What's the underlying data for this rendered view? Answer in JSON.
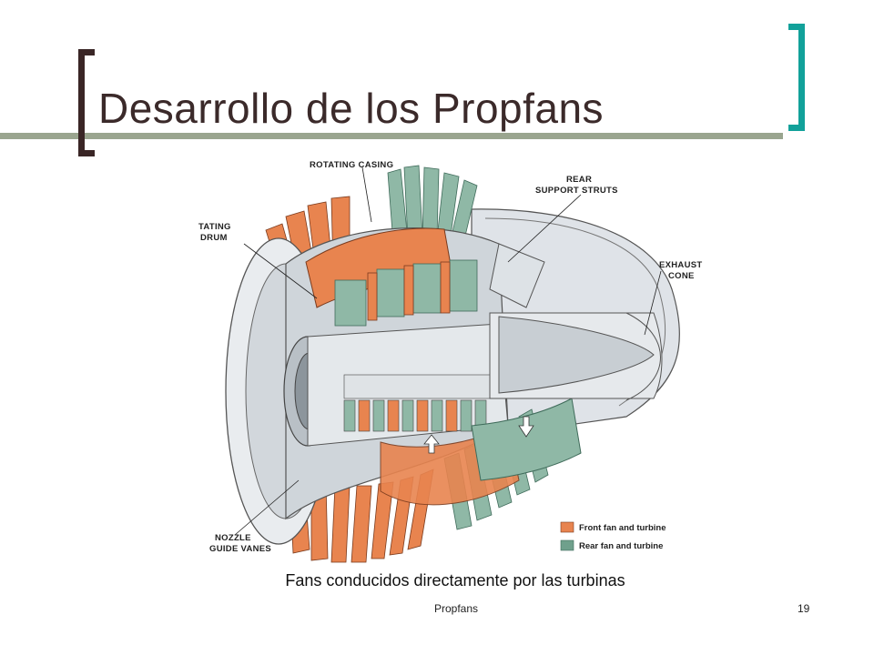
{
  "slide": {
    "title": "Desarrollo de los Propfans",
    "caption": "Fans conducidos directamente por las turbinas",
    "footer": "Propfans",
    "page_number": "19"
  },
  "figure": {
    "labels": {
      "rotating_casing": "ROTATING CASING",
      "rear_support_line1": "REAR",
      "rear_support_line2": "SUPPORT STRUTS",
      "rotating_drum_line1": "TATING",
      "rotating_drum_line2": "DRUM",
      "exhaust_line1": "EXHAUST",
      "exhaust_line2": "CONE",
      "nozzle_line1": "NOZZLE",
      "nozzle_line2": "GUIDE VANES"
    },
    "legend": [
      {
        "label": "Front fan and turbine",
        "color": "#e8844f"
      },
      {
        "label": "Rear fan and turbine",
        "color": "#6fa08c"
      }
    ]
  },
  "colors": {
    "title_text": "#3b2a2a",
    "left_bracket": "#3a2626",
    "right_bracket": "#12a19a",
    "rule": "#9aa58f"
  }
}
